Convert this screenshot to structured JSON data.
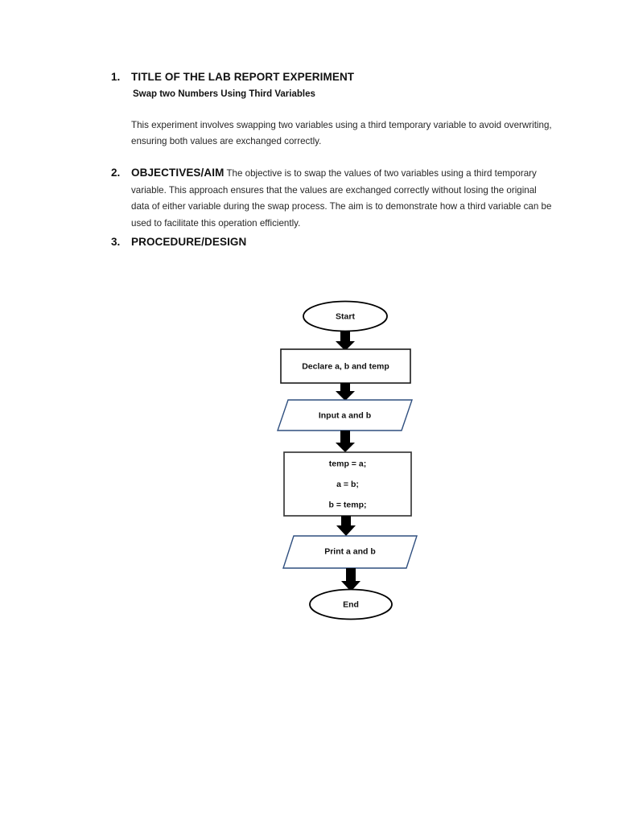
{
  "document": {
    "sections": [
      {
        "number": "1.",
        "heading": "TITLE OF THE LAB REPORT EXPERIMENT",
        "subtitle": "Swap two Numbers Using Third Variables",
        "paragraph": "This experiment involves swapping two variables using a third temporary variable to avoid overwriting, ensuring both values are exchanged correctly."
      },
      {
        "number": "2.",
        "heading": "OBJECTIVES/AIM",
        "paragraph": "The objective is to swap the values of two variables using a third temporary variable. This approach ensures that the values are exchanged correctly without losing the original data of either variable during the swap process. The aim is to demonstrate how a third variable can be used to facilitate this operation efficiently."
      },
      {
        "number": "3.",
        "heading": "PROCEDURE/DESIGN"
      }
    ]
  },
  "flowchart": {
    "nodes": [
      {
        "id": "start",
        "type": "terminator",
        "label": "Start"
      },
      {
        "id": "declare",
        "type": "process",
        "label": "Declare a, b and temp"
      },
      {
        "id": "input",
        "type": "input-output",
        "label": "Input a and b"
      },
      {
        "id": "swap",
        "type": "process",
        "lines": [
          "temp = a;",
          "a = b;",
          "b = temp;"
        ]
      },
      {
        "id": "print",
        "type": "input-output",
        "label": "Print a and b"
      },
      {
        "id": "end",
        "type": "terminator",
        "label": "End"
      }
    ],
    "connectors": [
      {
        "from": "start",
        "to": "declare"
      },
      {
        "from": "declare",
        "to": "input"
      },
      {
        "from": "input",
        "to": "swap"
      },
      {
        "from": "swap",
        "to": "print"
      },
      {
        "from": "print",
        "to": "end"
      }
    ],
    "colors": {
      "terminator_stroke": "#000000",
      "process_stroke": "#3a3a3a",
      "io_stroke": "#2f4f7f",
      "arrow_fill": "#000000",
      "shape_fill": "#ffffff",
      "label_color": "#111111"
    }
  }
}
